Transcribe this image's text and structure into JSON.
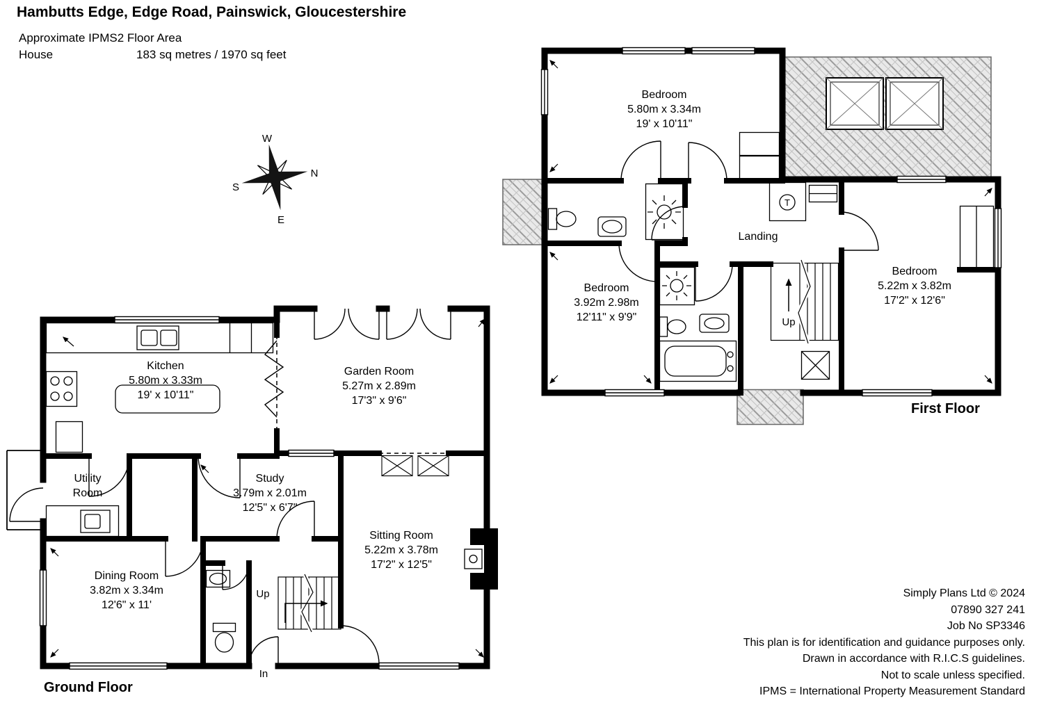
{
  "header": {
    "title": "Hambutts Edge, Edge Road, Painswick, Gloucestershire",
    "area_label": "Approximate IPMS2 Floor Area",
    "house_label": "House",
    "house_area": "183 sq metres / 1970 sq feet"
  },
  "compass": {
    "n": "N",
    "s": "S",
    "e": "E",
    "w": "W"
  },
  "ground_floor": {
    "label": "Ground Floor",
    "entrance_label": "In",
    "stairs_label": "Up",
    "rooms": {
      "kitchen": {
        "name": "Kitchen",
        "metric": "5.80m x 3.33m",
        "imperial": "19' x 10'11\""
      },
      "garden_room": {
        "name": "Garden Room",
        "metric": "5.27m x 2.89m",
        "imperial": "17'3\" x 9'6\""
      },
      "utility": {
        "name": "Utility Room"
      },
      "study": {
        "name": "Study",
        "metric": "3.79m x 2.01m",
        "imperial": "12'5\" x 6'7\""
      },
      "sitting_room": {
        "name": "Sitting Room",
        "metric": "5.22m x 3.78m",
        "imperial": "17'2\" x 12'5\""
      },
      "dining_room": {
        "name": "Dining Room",
        "metric": "3.82m x 3.34m",
        "imperial": "12'6\" x 11'"
      }
    }
  },
  "first_floor": {
    "label": "First Floor",
    "stairs_label": "Up",
    "landing_label": "Landing",
    "tank_label": "T",
    "rooms": {
      "bedroom1": {
        "name": "Bedroom",
        "metric": "5.80m x 3.34m",
        "imperial": "19' x 10'11\""
      },
      "bedroom2": {
        "name": "Bedroom",
        "metric": "3.92m 2.98m",
        "imperial": "12'11\" x 9'9\""
      },
      "bedroom3": {
        "name": "Bedroom",
        "metric": "5.22m x 3.82m",
        "imperial": "17'2\" x 12'6\""
      }
    }
  },
  "footer": {
    "lines": [
      "Simply Plans Ltd © 2024",
      "07890 327 241",
      "Job No SP3346",
      "This plan is for identification and guidance purposes only.",
      "Drawn in accordance with R.I.C.S guidelines.",
      "Not to scale unless specified.",
      "IPMS = International Property Measurement Standard"
    ]
  }
}
